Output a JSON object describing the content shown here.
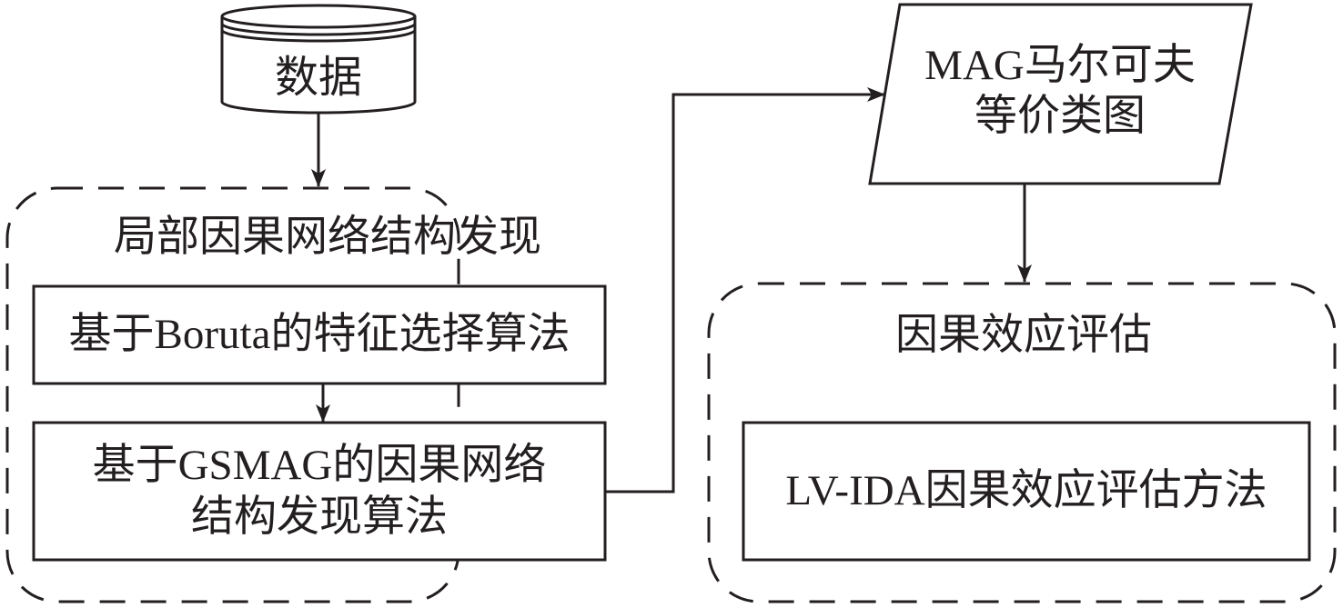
{
  "diagram": {
    "stroke_color": "#231f20",
    "background": "#ffffff",
    "nodes": {
      "data_store": {
        "label": "数据",
        "shape": "database-cylinder"
      },
      "local_group": {
        "title": "局部因果网络结构发现",
        "style": "dashed-rounded-group"
      },
      "boruta": {
        "label": "基于Boruta的特征选择算法",
        "shape": "rectangle"
      },
      "gsmag": {
        "line1": "基于GSMAG的因果网络",
        "line2": "结构发现算法",
        "shape": "rectangle"
      },
      "mag_markov": {
        "line1": "MAG马尔可夫",
        "line2": "等价类图",
        "shape": "parallelogram"
      },
      "effect_group": {
        "title": "因果效应评估",
        "style": "dashed-rounded-group"
      },
      "lvida": {
        "label": "LV-IDA因果效应评估方法",
        "shape": "rectangle"
      }
    },
    "edges": [
      {
        "from": "data_store",
        "to": "local_group"
      },
      {
        "from": "boruta",
        "to": "gsmag"
      },
      {
        "from": "gsmag",
        "to": "mag_markov"
      },
      {
        "from": "mag_markov",
        "to": "effect_group"
      }
    ]
  }
}
